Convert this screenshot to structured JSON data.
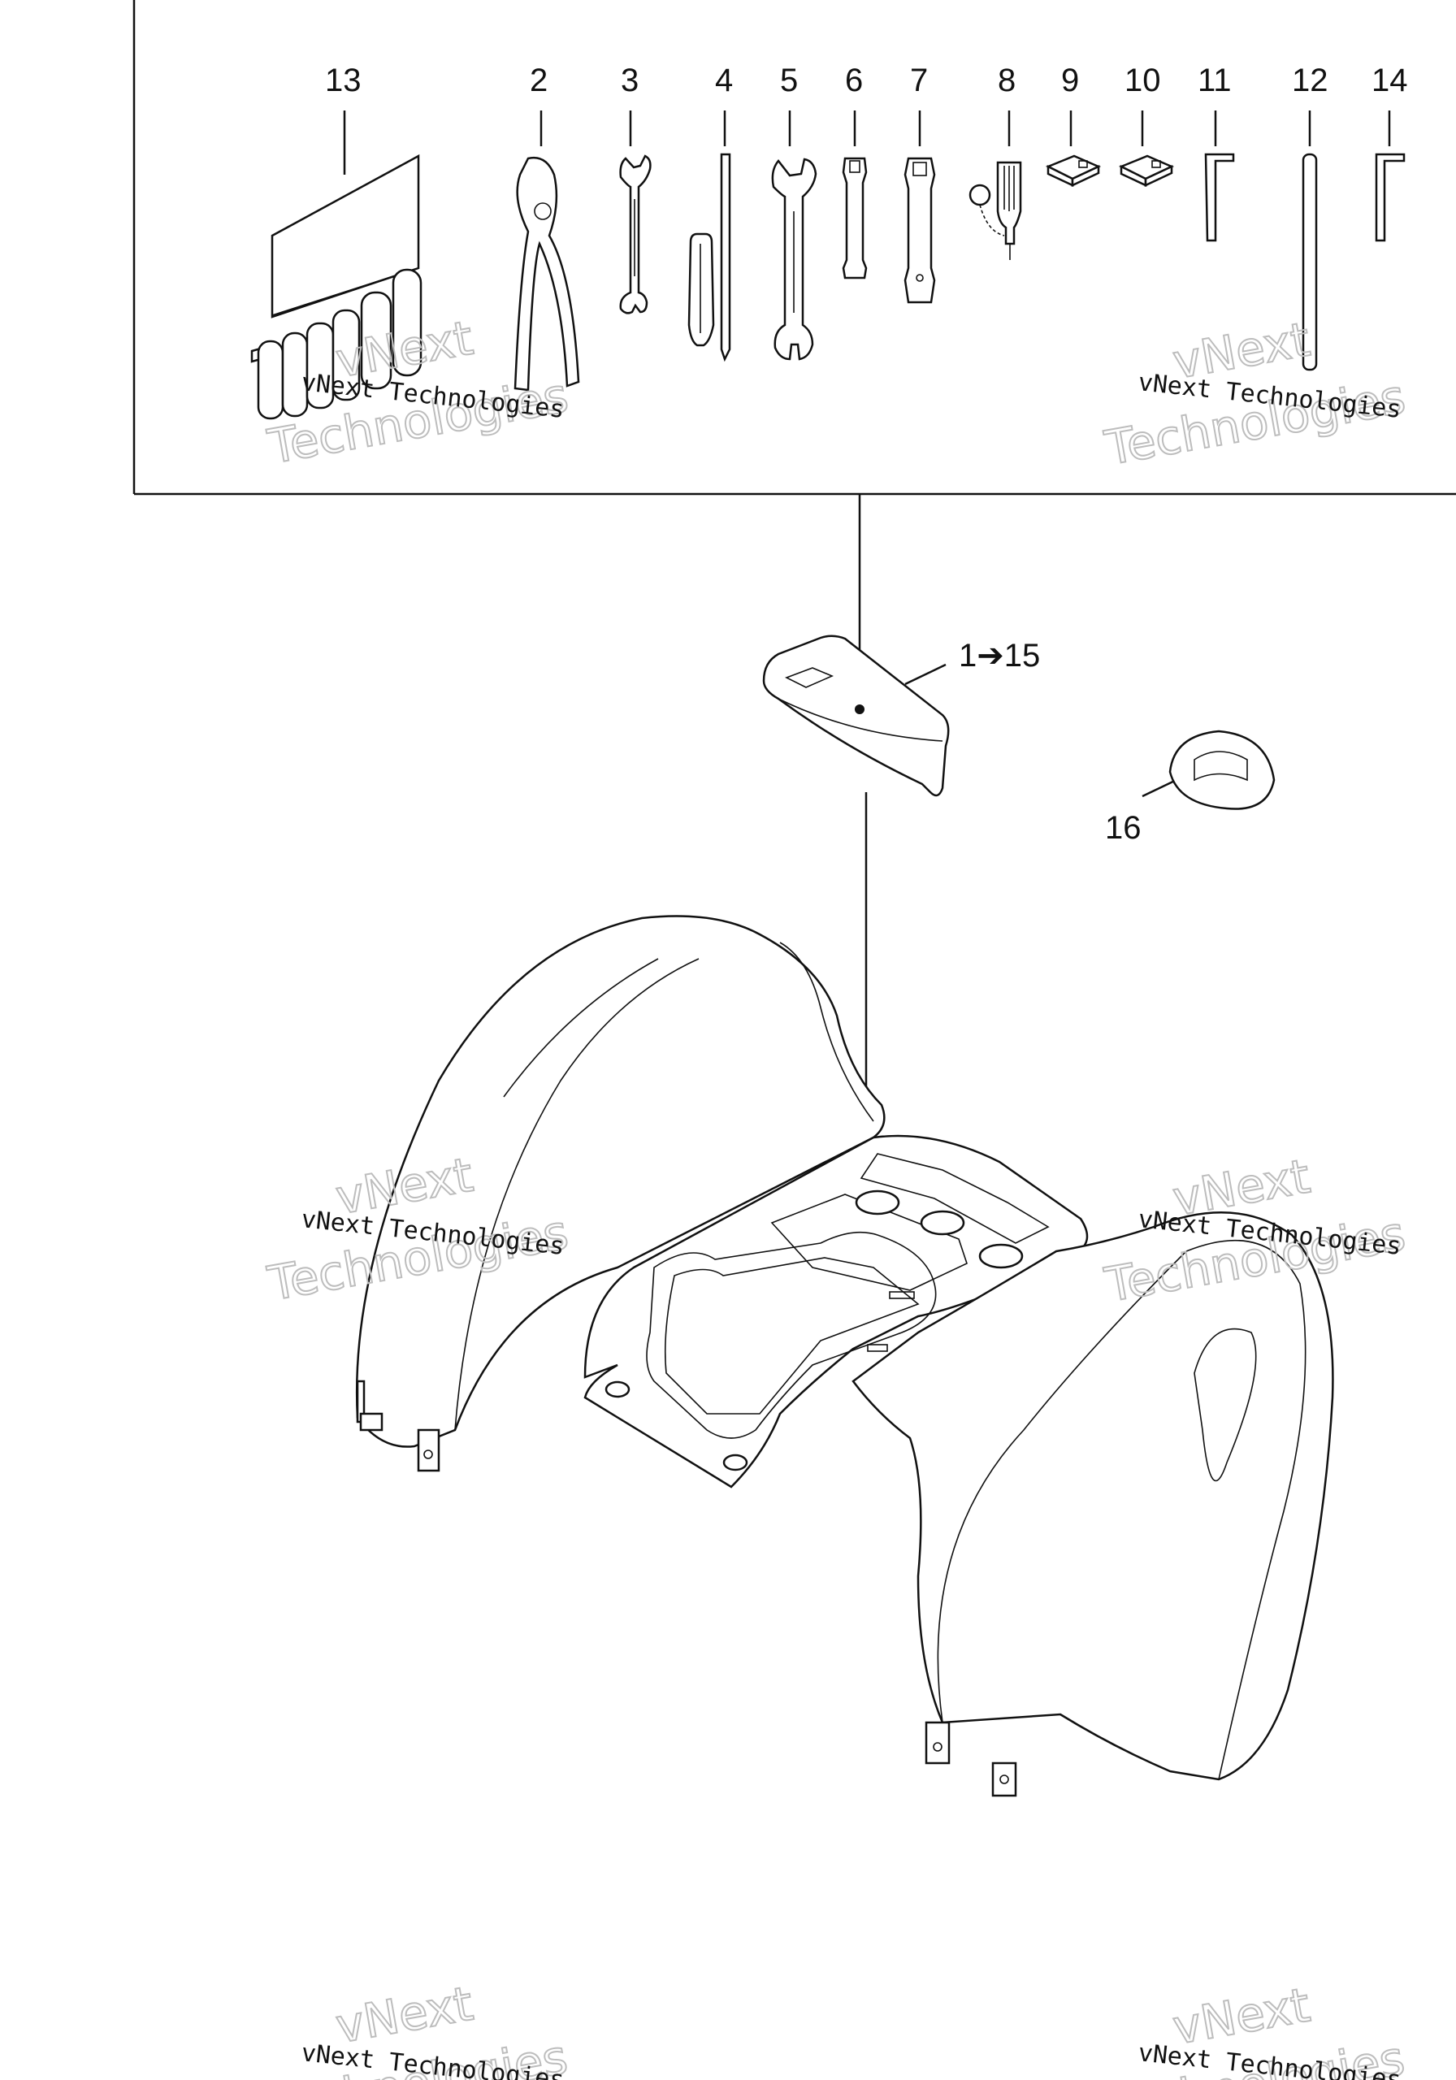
{
  "callouts": {
    "c13": "13",
    "c2": "2",
    "c3": "3",
    "c4": "4",
    "c5": "5",
    "c6": "6",
    "c7": "7",
    "c8": "8",
    "c9": "9",
    "c10": "10",
    "c11": "11",
    "c12": "12",
    "c14": "14",
    "c1to15": "1➔15",
    "c16": "16"
  },
  "watermark": {
    "line1": "vNext Technologies",
    "outline_top": "vNext",
    "outline_bottom": "Technologies"
  }
}
